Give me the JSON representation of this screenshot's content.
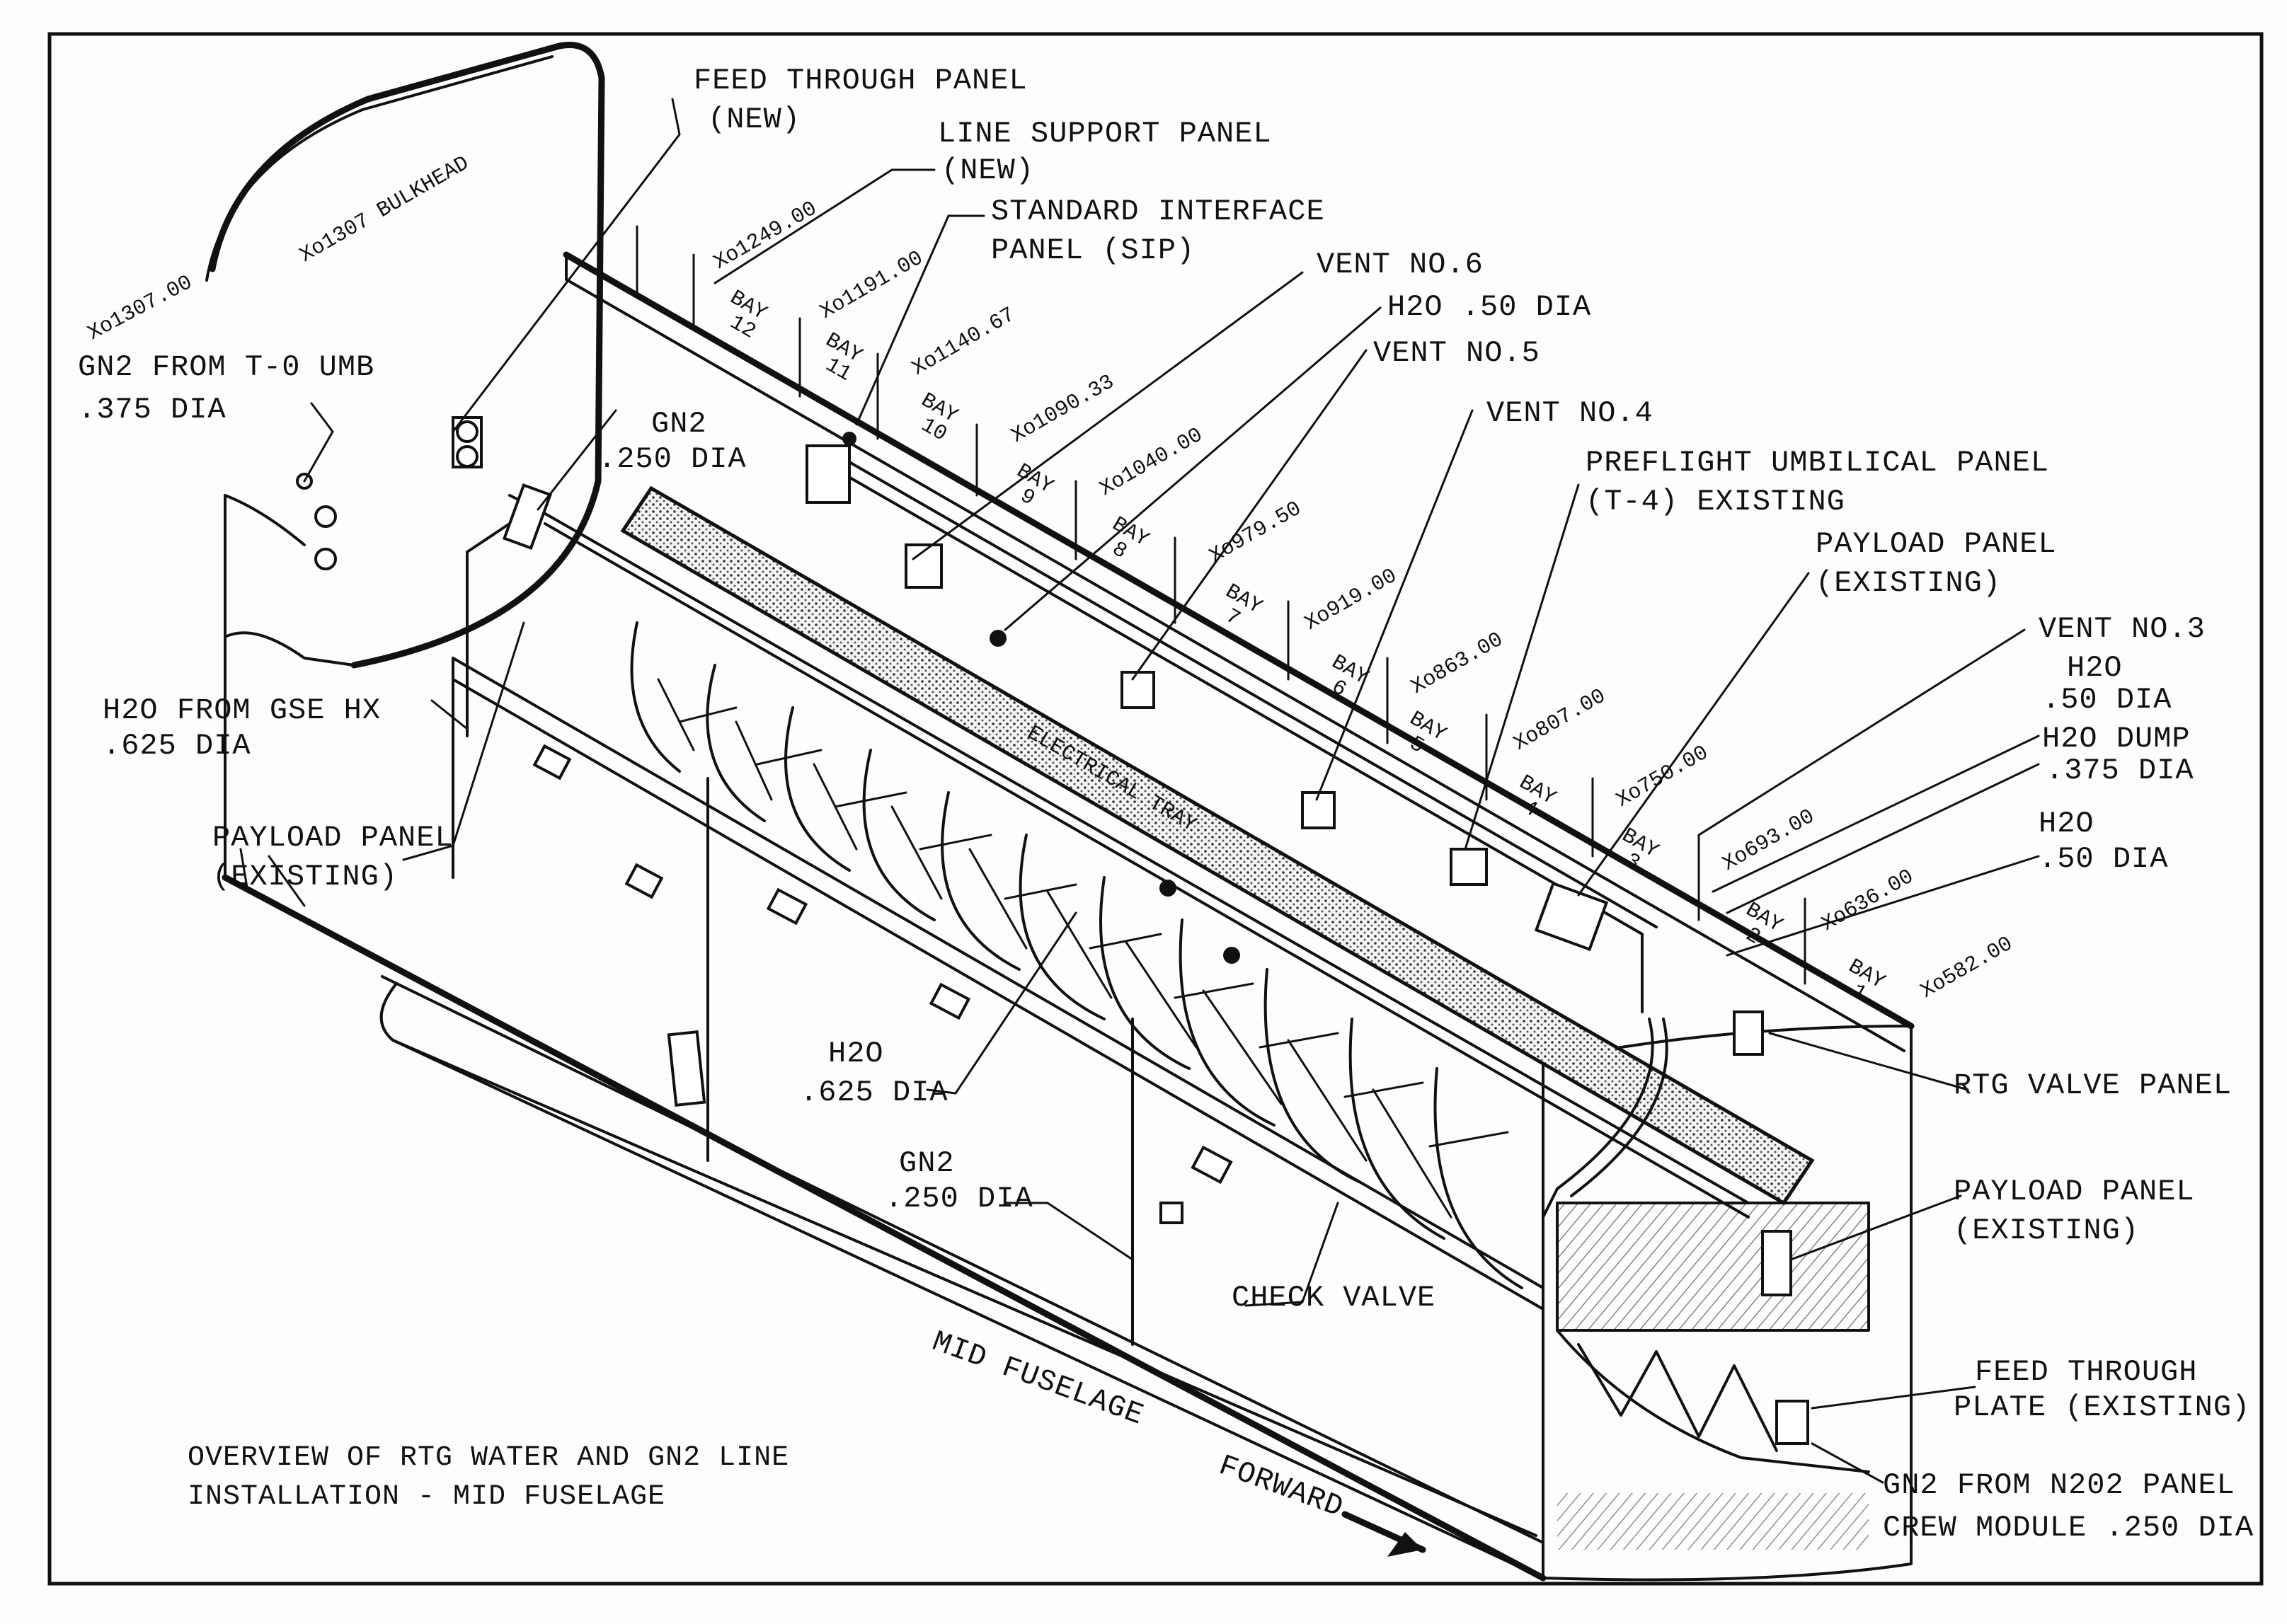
{
  "labels": {
    "feed_through_panel": "FEED THROUGH PANEL",
    "feed_through_panel_new": "(NEW)",
    "line_support_panel": "LINE SUPPORT PANEL",
    "line_support_panel_new": "(NEW)",
    "standard_interface_panel": "STANDARD INTERFACE",
    "standard_interface_panel_2": "PANEL (SIP)",
    "vent_no6": "VENT NO.6",
    "h2o_50_dia_top": "H2O .50 DIA",
    "vent_no5": "VENT NO.5",
    "vent_no4": "VENT NO.4",
    "preflight_umbilical_panel": "PREFLIGHT UMBILICAL PANEL",
    "preflight_umbilical_panel_2": "(T-4) EXISTING",
    "payload_panel_right_top": "PAYLOAD PANEL",
    "payload_panel_right_top_2": "(EXISTING)",
    "vent_no3": "VENT NO.3",
    "h2o_right_1": "H2O",
    "h2o_right_1_dia": ".50 DIA",
    "h2o_dump": "H2O DUMP",
    "h2o_dump_dia": ".375 DIA",
    "h2o_right_2": "H2O",
    "h2o_right_2_dia": ".50 DIA",
    "gn2_from_t0_umb": "GN2 FROM T-0 UMB",
    "gn2_from_t0_umb_dia": ".375 DIA",
    "gn2_top": "GN2",
    "gn2_top_dia": ".250 DIA",
    "h2o_from_gse_hx": "H2O FROM GSE HX",
    "h2o_from_gse_hx_dia": ".625 DIA",
    "payload_panel_left": "PAYLOAD PANEL",
    "payload_panel_left_2": "(EXISTING)",
    "h2o_bottom": "H2O",
    "h2o_bottom_dia": ".625 DIA",
    "gn2_bottom": "GN2",
    "gn2_bottom_dia": ".250 DIA",
    "check_valve": "CHECK VALVE",
    "rtg_valve_panel": "RTG VALVE PANEL",
    "payload_panel_right_bottom": "PAYLOAD PANEL",
    "payload_panel_right_bottom_2": "(EXISTING)",
    "feed_through_plate": "FEED THROUGH",
    "feed_through_plate_2": "PLATE (EXISTING)",
    "gn2_from_n202": "GN2 FROM N202 PANEL",
    "gn2_from_n202_2": "CREW MODULE .250 DIA",
    "mid_fuselage": "MID FUSELAGE",
    "forward": "FORWARD",
    "electrical_tray": "ELECTRICAL TRAY",
    "xo1307_bulkhead": "Xo1307 BULKHEAD"
  },
  "caption": {
    "line1": "OVERVIEW OF RTG WATER AND GN2 LINE",
    "line2": "INSTALLATION - MID FUSELAGE"
  },
  "stations": {
    "xo1307": "Xo1307.00",
    "xo1249": "Xo1249.00",
    "xo1191": "Xo1191.00",
    "xo1140": "Xo1140.67",
    "xo1090": "Xo1090.33",
    "xo1040": "Xo1040.00",
    "xo979": "Xo979.50",
    "xo919": "Xo919.00",
    "xo863": "Xo863.00",
    "xo807": "Xo807.00",
    "xo750": "Xo750.00",
    "xo693": "Xo693.00",
    "xo636": "Xo636.00",
    "xo582": "Xo582.00"
  },
  "bays": {
    "bay_word": "BAY",
    "b12": "12",
    "b11": "11",
    "b10": "10",
    "b9": "9",
    "b8": "8",
    "b7": "7",
    "b6": "6",
    "b5": "5",
    "b4": "4",
    "b3": "3",
    "b2": "2",
    "b1": "1"
  }
}
